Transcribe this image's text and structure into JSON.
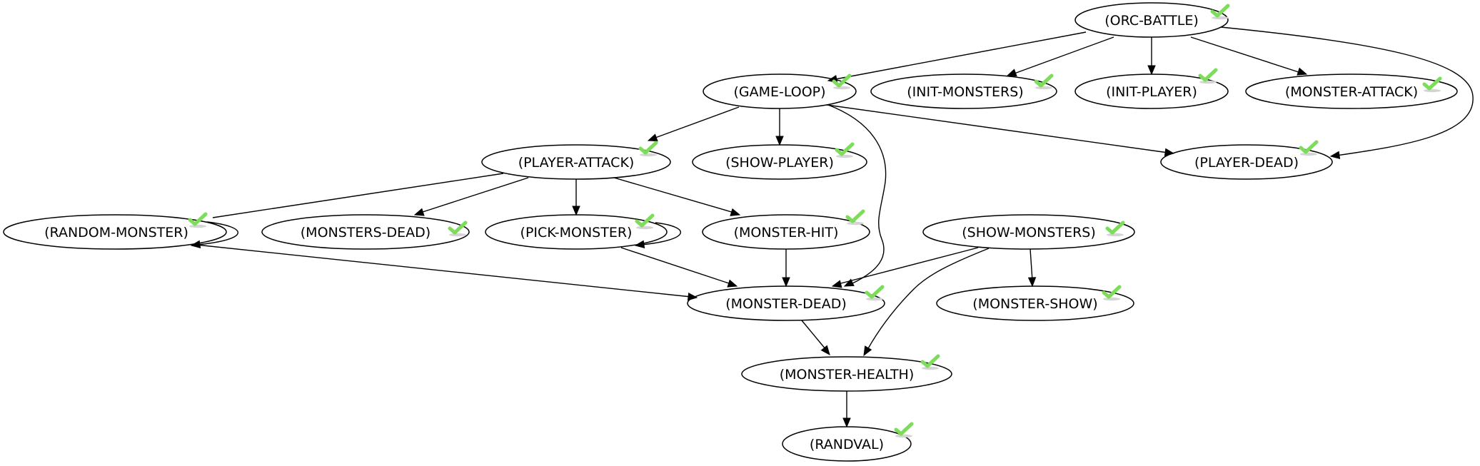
{
  "colors": {
    "check": "#7ddc5a",
    "check_shadow": "#d4d4d4",
    "stroke": "#000000",
    "background": "#ffffff"
  },
  "nodes": {
    "orc_battle": "(ORC-BATTLE)",
    "game_loop": "(GAME-LOOP)",
    "init_monsters": "(INIT-MONSTERS)",
    "init_player": "(INIT-PLAYER)",
    "monster_attack": "(MONSTER-ATTACK)",
    "player_attack": "(PLAYER-ATTACK)",
    "show_player": "(SHOW-PLAYER)",
    "player_dead": "(PLAYER-DEAD)",
    "random_monster": "(RANDOM-MONSTER)",
    "monsters_dead": "(MONSTERS-DEAD)",
    "pick_monster": "(PICK-MONSTER)",
    "monster_hit": "(MONSTER-HIT)",
    "show_monsters": "(SHOW-MONSTERS)",
    "monster_dead": "(MONSTER-DEAD)",
    "monster_show": "(MONSTER-SHOW)",
    "monster_health": "(MONSTER-HEALTH)",
    "randval": "(RANDVAL)"
  },
  "edges": [
    [
      "orc_battle",
      "game_loop"
    ],
    [
      "orc_battle",
      "init_monsters"
    ],
    [
      "orc_battle",
      "init_player"
    ],
    [
      "orc_battle",
      "monster_attack"
    ],
    [
      "orc_battle",
      "player_dead"
    ],
    [
      "game_loop",
      "player_attack"
    ],
    [
      "game_loop",
      "show_player"
    ],
    [
      "game_loop",
      "player_dead"
    ],
    [
      "game_loop",
      "monster_dead"
    ],
    [
      "player_attack",
      "random_monster"
    ],
    [
      "player_attack",
      "monsters_dead"
    ],
    [
      "player_attack",
      "pick_monster"
    ],
    [
      "player_attack",
      "monster_hit"
    ],
    [
      "random_monster",
      "random_monster"
    ],
    [
      "pick_monster",
      "pick_monster"
    ],
    [
      "random_monster",
      "monster_dead"
    ],
    [
      "pick_monster",
      "monster_dead"
    ],
    [
      "monster_hit",
      "monster_dead"
    ],
    [
      "show_monsters",
      "monster_dead"
    ],
    [
      "show_monsters",
      "monster_show"
    ],
    [
      "show_monsters",
      "monster_health"
    ],
    [
      "monster_dead",
      "monster_health"
    ],
    [
      "monster_health",
      "randval"
    ]
  ]
}
